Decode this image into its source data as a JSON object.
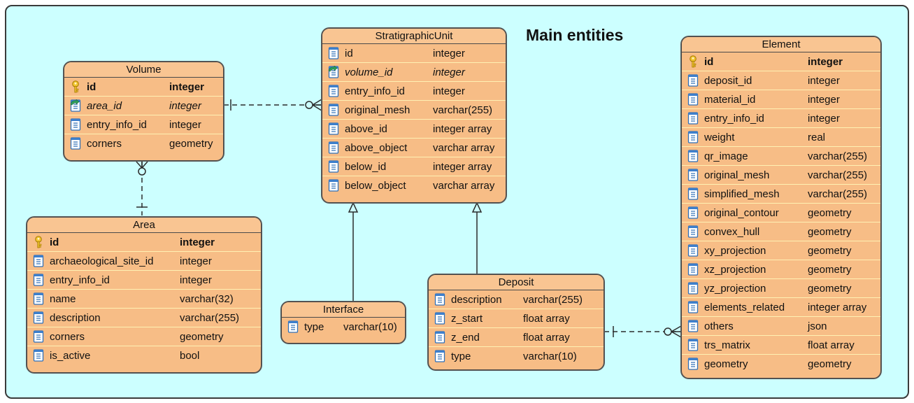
{
  "diagram": {
    "title": "Main entities",
    "entities": [
      {
        "id": "volume",
        "name": "Volume",
        "fields": [
          {
            "name": "id",
            "type": "integer",
            "kind": "pk"
          },
          {
            "name": "area_id",
            "type": "integer",
            "kind": "fk"
          },
          {
            "name": "entry_info_id",
            "type": "integer",
            "kind": "col"
          },
          {
            "name": "corners",
            "type": "geometry",
            "kind": "col"
          }
        ]
      },
      {
        "id": "area",
        "name": "Area",
        "fields": [
          {
            "name": "id",
            "type": "integer",
            "kind": "pk"
          },
          {
            "name": "archaeological_site_id",
            "type": "integer",
            "kind": "col"
          },
          {
            "name": "entry_info_id",
            "type": "integer",
            "kind": "col"
          },
          {
            "name": "name",
            "type": "varchar(32)",
            "kind": "col"
          },
          {
            "name": "description",
            "type": "varchar(255)",
            "kind": "col"
          },
          {
            "name": "corners",
            "type": "geometry",
            "kind": "col"
          },
          {
            "name": "is_active",
            "type": "bool",
            "kind": "col"
          }
        ]
      },
      {
        "id": "stratigraphic_unit",
        "name": "StratigraphicUnit",
        "fields": [
          {
            "name": "id",
            "type": "integer",
            "kind": "col"
          },
          {
            "name": "volume_id",
            "type": "integer",
            "kind": "fk"
          },
          {
            "name": "entry_info_id",
            "type": "integer",
            "kind": "col"
          },
          {
            "name": "original_mesh",
            "type": "varchar(255)",
            "kind": "col"
          },
          {
            "name": "above_id",
            "type": "integer array",
            "kind": "col"
          },
          {
            "name": "above_object",
            "type": "varchar array",
            "kind": "col"
          },
          {
            "name": "below_id",
            "type": "integer array",
            "kind": "col"
          },
          {
            "name": "below_object",
            "type": "varchar array",
            "kind": "col"
          }
        ]
      },
      {
        "id": "interface",
        "name": "Interface",
        "fields": [
          {
            "name": "type",
            "type": "varchar(10)",
            "kind": "col"
          }
        ]
      },
      {
        "id": "deposit",
        "name": "Deposit",
        "fields": [
          {
            "name": "description",
            "type": "varchar(255)",
            "kind": "col"
          },
          {
            "name": "z_start",
            "type": "float array",
            "kind": "col"
          },
          {
            "name": "z_end",
            "type": "float array",
            "kind": "col"
          },
          {
            "name": "type",
            "type": "varchar(10)",
            "kind": "col"
          }
        ]
      },
      {
        "id": "element",
        "name": "Element",
        "fields": [
          {
            "name": "id",
            "type": "integer",
            "kind": "pk"
          },
          {
            "name": "deposit_id",
            "type": "integer",
            "kind": "col"
          },
          {
            "name": "material_id",
            "type": "integer",
            "kind": "col"
          },
          {
            "name": "entry_info_id",
            "type": "integer",
            "kind": "col"
          },
          {
            "name": "weight",
            "type": "real",
            "kind": "col"
          },
          {
            "name": "qr_image",
            "type": "varchar(255)",
            "kind": "col"
          },
          {
            "name": "original_mesh",
            "type": "varchar(255)",
            "kind": "col"
          },
          {
            "name": "simplified_mesh",
            "type": "varchar(255)",
            "kind": "col"
          },
          {
            "name": "original_contour",
            "type": "geometry",
            "kind": "col"
          },
          {
            "name": "convex_hull",
            "type": "geometry",
            "kind": "col"
          },
          {
            "name": "xy_projection",
            "type": "geometry",
            "kind": "col"
          },
          {
            "name": "xz_projection",
            "type": "geometry",
            "kind": "col"
          },
          {
            "name": "yz_projection",
            "type": "geometry",
            "kind": "col"
          },
          {
            "name": "elements_related",
            "type": "integer array",
            "kind": "col"
          },
          {
            "name": "others",
            "type": "json",
            "kind": "col"
          },
          {
            "name": "trs_matrix",
            "type": "float array",
            "kind": "col"
          },
          {
            "name": "geometry",
            "type": "geometry",
            "kind": "col"
          }
        ]
      }
    ],
    "relationships": [
      {
        "from": "volume",
        "to": "stratigraphic_unit",
        "style": "dashed",
        "from_end": "one",
        "to_end": "zero-or-many"
      },
      {
        "from": "area",
        "to": "volume",
        "style": "dashed",
        "from_end": "one",
        "to_end": "zero-or-many"
      },
      {
        "from": "interface",
        "to": "stratigraphic_unit",
        "style": "solid",
        "type": "generalization"
      },
      {
        "from": "deposit",
        "to": "stratigraphic_unit",
        "style": "solid",
        "type": "generalization"
      },
      {
        "from": "deposit",
        "to": "element",
        "style": "dashed",
        "from_end": "one",
        "to_end": "zero-or-many"
      }
    ],
    "colors": {
      "background": "#ccffff",
      "entity_fill": "#f7bd86",
      "row_divider": "#fff1b3",
      "line": "#2b2b2b"
    }
  }
}
